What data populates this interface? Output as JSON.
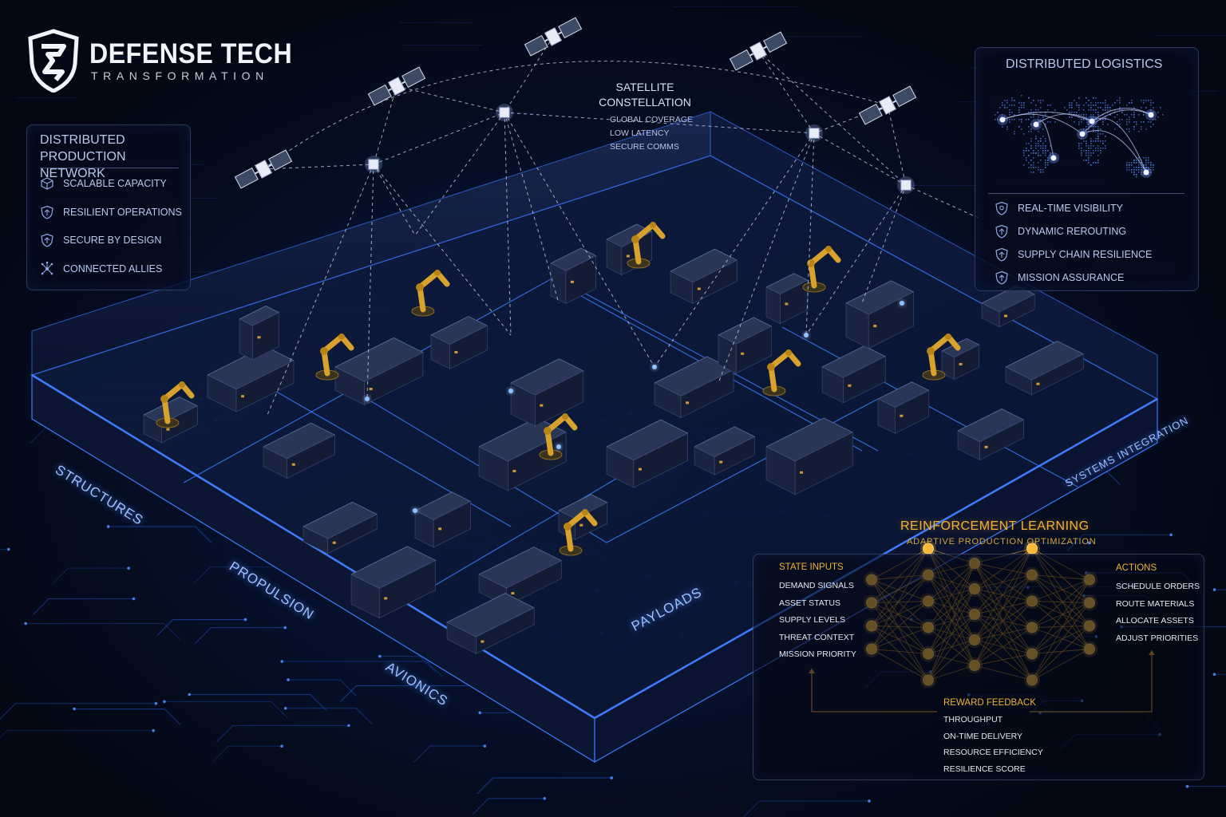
{
  "brand": {
    "title": "DEFENSE TECH",
    "subtitle": "TRANSFORMATION",
    "logo": "shield-logo"
  },
  "production_panel": {
    "title_line1": "DISTRIBUTED",
    "title_line2": "PRODUCTION NETWORK",
    "items": [
      {
        "label": "SCALABLE CAPACITY",
        "icon": "cube-icon"
      },
      {
        "label": "RESILIENT OPERATIONS",
        "icon": "shield-icon"
      },
      {
        "label": "SECURE BY DESIGN",
        "icon": "lock-shield-icon"
      },
      {
        "label": "CONNECTED ALLIES",
        "icon": "network-icon"
      }
    ]
  },
  "satellite": {
    "title_line1": "SATELLITE",
    "title_line2": "CONSTELLATION",
    "features": [
      "GLOBAL COVERAGE",
      "LOW LATENCY",
      "SECURE COMMS"
    ]
  },
  "logistics_panel": {
    "title": "DISTRIBUTED LOGISTICS",
    "items": [
      {
        "label": "REAL-TIME VISIBILITY",
        "icon": "eye-icon"
      },
      {
        "label": "DYNAMIC REROUTING",
        "icon": "route-icon"
      },
      {
        "label": "SUPPLY CHAIN RESILIENCE",
        "icon": "chain-shield-icon"
      },
      {
        "label": "MISSION ASSURANCE",
        "icon": "check-shield-icon"
      }
    ]
  },
  "zones": {
    "structures": "STRUCTURES",
    "propulsion": "PROPULSION",
    "avionics": "AVIONICS",
    "payloads": "PAYLOADS",
    "systems_integration": "SYSTEMS INTEGRATION"
  },
  "rl": {
    "title": "REINFORCEMENT LEARNING",
    "subtitle": "ADAPTIVE PRODUCTION OPTIMIZATION",
    "state_title": "STATE INPUTS",
    "state_items": [
      "DEMAND SIGNALS",
      "ASSET STATUS",
      "SUPPLY LEVELS",
      "THREAT CONTEXT",
      "MISSION PRIORITY"
    ],
    "actions_title": "ACTIONS",
    "action_items": [
      "SCHEDULE ORDERS",
      "ROUTE MATERIALS",
      "ALLOCATE ASSETS",
      "ADJUST PRIORITIES"
    ],
    "reward_title": "REWARD FEEDBACK",
    "reward_items": [
      "THROUGHPUT",
      "ON-TIME DELIVERY",
      "RESOURCE EFFICIENCY",
      "RESILIENCE SCORE"
    ],
    "network_layers": [
      4,
      6,
      5,
      6,
      4
    ]
  },
  "colors": {
    "accent_blue": "#3d7cff",
    "accent_gold": "#f2b233",
    "panel_text": "#b9c8ee",
    "robot": "#d9a22c"
  }
}
